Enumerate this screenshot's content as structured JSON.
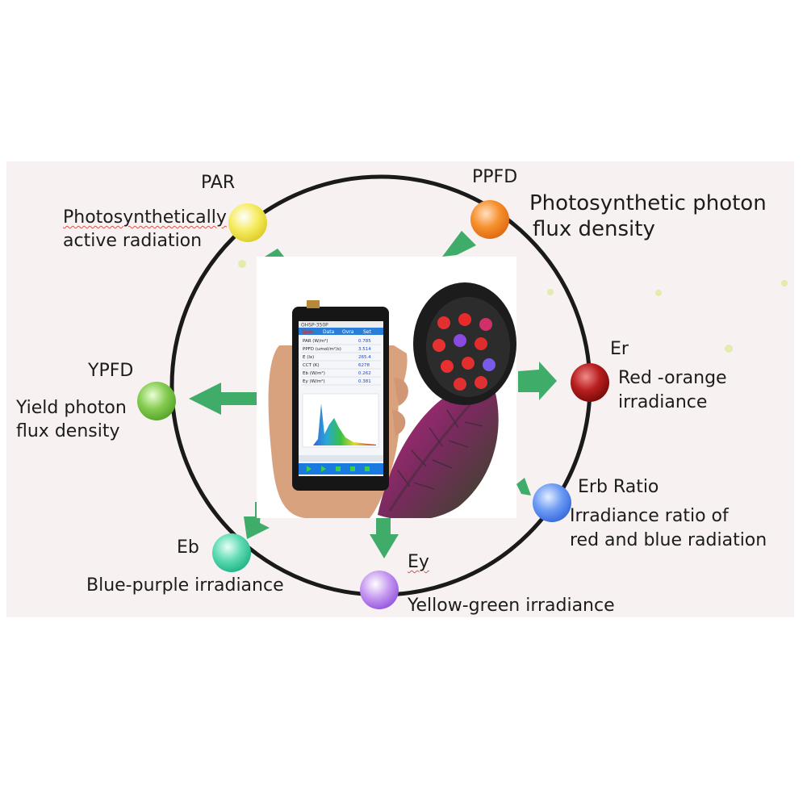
{
  "nodes": [
    {
      "id": "par",
      "abbr": "PAR",
      "desc": [
        "Photosynthetically",
        "active radiation"
      ],
      "color": "#f2e64a"
    },
    {
      "id": "ppfd",
      "abbr": "PPFD",
      "desc": [
        "Photosynthetic  photon",
        "flux density"
      ],
      "color": "#f48a2a"
    },
    {
      "id": "er",
      "abbr": "Er",
      "desc": [
        "Red -orange",
        "irradiance"
      ],
      "color": "#b21e1e"
    },
    {
      "id": "erb",
      "abbr": "Erb  Ratio",
      "desc": [
        "Irradiance ratio of",
        "red and blue radiation"
      ],
      "color": "#5a8ef0"
    },
    {
      "id": "ey",
      "abbr": "Ey",
      "desc": [
        "Yellow-green irradiance"
      ],
      "color": "#b07ae6"
    },
    {
      "id": "eb",
      "abbr": "Eb",
      "desc": [
        "Blue-purple irradiance"
      ],
      "color": "#46d0a6"
    },
    {
      "id": "ypfd",
      "abbr": "YPFD",
      "desc": [
        "Yield photon",
        "flux density"
      ],
      "color": "#78c446"
    }
  ],
  "device": {
    "model": "OHSP-350P",
    "tabs": [
      "Spec",
      "Data",
      "Ovra",
      "Set"
    ],
    "rows": [
      {
        "label": "PAR (W/m²)",
        "value": "0.785"
      },
      {
        "label": "PPFD (umol/m²/s)",
        "value": "3.514"
      },
      {
        "label": "E (lx)",
        "value": "265.4"
      },
      {
        "label": "CCT (K)",
        "value": "6278"
      },
      {
        "label": "Eb (W/m²)",
        "value": "0.262"
      },
      {
        "label": "Ey (W/m²)",
        "value": "0.381"
      }
    ]
  },
  "colors": {
    "ring": "#1a1a1a",
    "arrow": "#2aa45a",
    "background": "#f7f2f1"
  }
}
